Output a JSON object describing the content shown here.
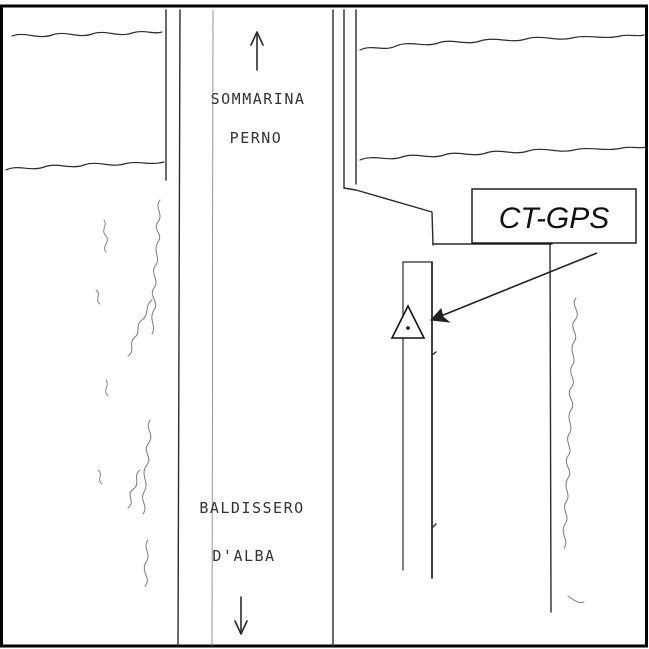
{
  "road_labels": {
    "north_line1": "SOMMARINA",
    "north_line2": "PERNO",
    "south_line1": "BALDISSERO",
    "south_line2": "D'ALBA"
  },
  "station_label": "CT-GPS",
  "icons": {
    "north": "arrow-up-icon",
    "south": "arrow-down-icon",
    "station": "survey-triangle-marker-icon"
  },
  "colors": {
    "paper": "#ffffff",
    "pencil": "#2b2b2b",
    "frame": "#000000"
  }
}
